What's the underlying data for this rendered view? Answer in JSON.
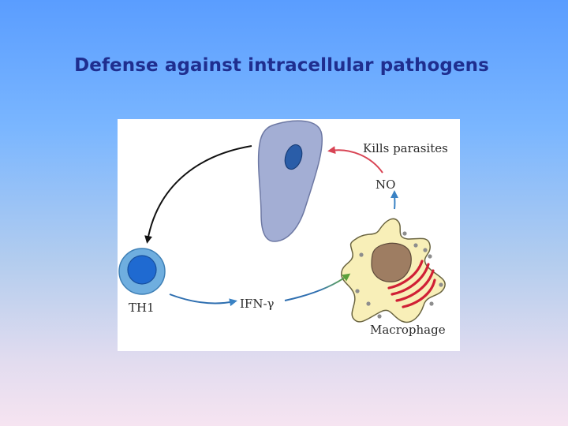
{
  "slide": {
    "title": "Defense against intracellular pathogens"
  },
  "diagram": {
    "labels": {
      "kills": "Kills parasites",
      "no": "NO",
      "th1": "TH1",
      "ifn": "IFN-γ",
      "macrophage": "Macrophage"
    },
    "colors": {
      "parasite_body": "#a3aed4",
      "parasite_nucleus": "#2a5da8",
      "th1_outer": "#6faedf",
      "th1_inner": "#1f6ad1",
      "macrophage_body": "#f8efb8",
      "macrophage_nucleus": "#9e7d62",
      "er": "#d02035",
      "arrow_black": "#111111",
      "arrow_red": "#d84454",
      "arrow_blue": "#2f6fb0",
      "arrow_green": "#5aa03c"
    }
  }
}
